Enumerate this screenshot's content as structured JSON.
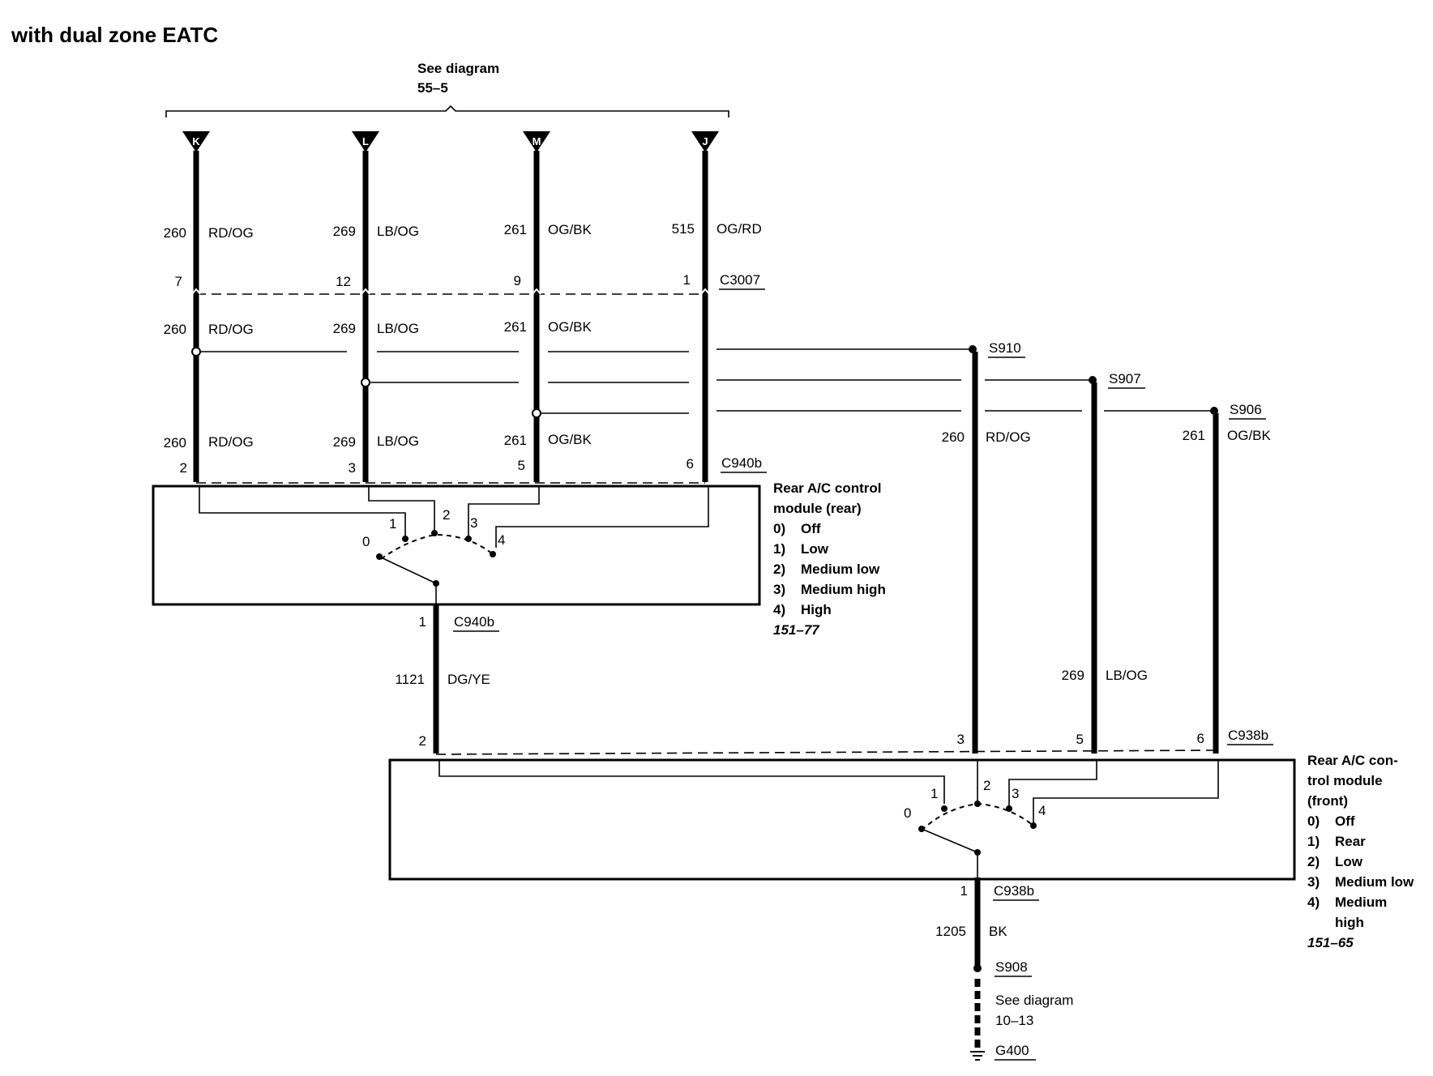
{
  "title": "with dual zone EATC",
  "top_ref": {
    "line1": "See diagram",
    "line2": "55–5"
  },
  "bottom_ref": {
    "line1": "See diagram",
    "line2": "10–13"
  },
  "top_terminals": [
    "K",
    "L",
    "M",
    "J"
  ],
  "wires_row1": [
    {
      "circuit": "260",
      "color": "RD/OG"
    },
    {
      "circuit": "269",
      "color": "LB/OG"
    },
    {
      "circuit": "261",
      "color": "OG/BK"
    },
    {
      "circuit": "515",
      "color": "OG/RD"
    }
  ],
  "connector_c3007": {
    "name": "C3007",
    "pins": [
      "7",
      "12",
      "9",
      "1"
    ]
  },
  "wires_row2": [
    {
      "circuit": "260",
      "color": "RD/OG"
    },
    {
      "circuit": "269",
      "color": "LB/OG"
    },
    {
      "circuit": "261",
      "color": "OG/BK"
    }
  ],
  "wires_row3": [
    {
      "circuit": "260",
      "color": "RD/OG"
    },
    {
      "circuit": "269",
      "color": "LB/OG"
    },
    {
      "circuit": "261",
      "color": "OG/BK"
    }
  ],
  "connector_c940b_top": {
    "name": "C940b",
    "pins": [
      "2",
      "3",
      "5",
      "6"
    ]
  },
  "splices": {
    "s910": "S910",
    "s907": "S907",
    "s906": "S906",
    "s908": "S908"
  },
  "right_wires": [
    {
      "circuit": "260",
      "color": "RD/OG"
    },
    {
      "circuit": "269",
      "color": "LB/OG"
    },
    {
      "circuit": "261",
      "color": "OG/BK"
    }
  ],
  "rear_module": {
    "title_line1": "Rear A/C control",
    "title_line2": "module (rear)",
    "positions": [
      {
        "num": "0)",
        "text": "Off"
      },
      {
        "num": "1)",
        "text": "Low"
      },
      {
        "num": "2)",
        "text": "Medium low"
      },
      {
        "num": "3)",
        "text": "Medium high"
      },
      {
        "num": "4)",
        "text": "High"
      }
    ],
    "ref": "151–77",
    "switch_labels": [
      "0",
      "1",
      "2",
      "3",
      "4"
    ]
  },
  "connector_c940b_bottom": {
    "name": "C940b",
    "pin": "1"
  },
  "wire_dgye": {
    "circuit": "1121",
    "color": "DG/YE"
  },
  "connector_c938b_top": {
    "name": "C938b",
    "pins": [
      "2",
      "3",
      "5",
      "6"
    ]
  },
  "front_module": {
    "title_line1": "Rear A/C con-",
    "title_line2": "trol module",
    "title_line3": "(front)",
    "positions": [
      {
        "num": "0)",
        "text": "Off"
      },
      {
        "num": "1)",
        "text": "Rear"
      },
      {
        "num": "2)",
        "text": "Low"
      },
      {
        "num": "3)",
        "text": "Medium low"
      },
      {
        "num": "4)",
        "text": "Medium"
      }
    ],
    "pos4_line2": "high",
    "ref": "151–65",
    "switch_labels": [
      "0",
      "1",
      "2",
      "3",
      "4"
    ]
  },
  "connector_c938b_bottom": {
    "name": "C938b",
    "pin": "1"
  },
  "wire_bk": {
    "circuit": "1205",
    "color": "BK"
  },
  "ground": "G400"
}
